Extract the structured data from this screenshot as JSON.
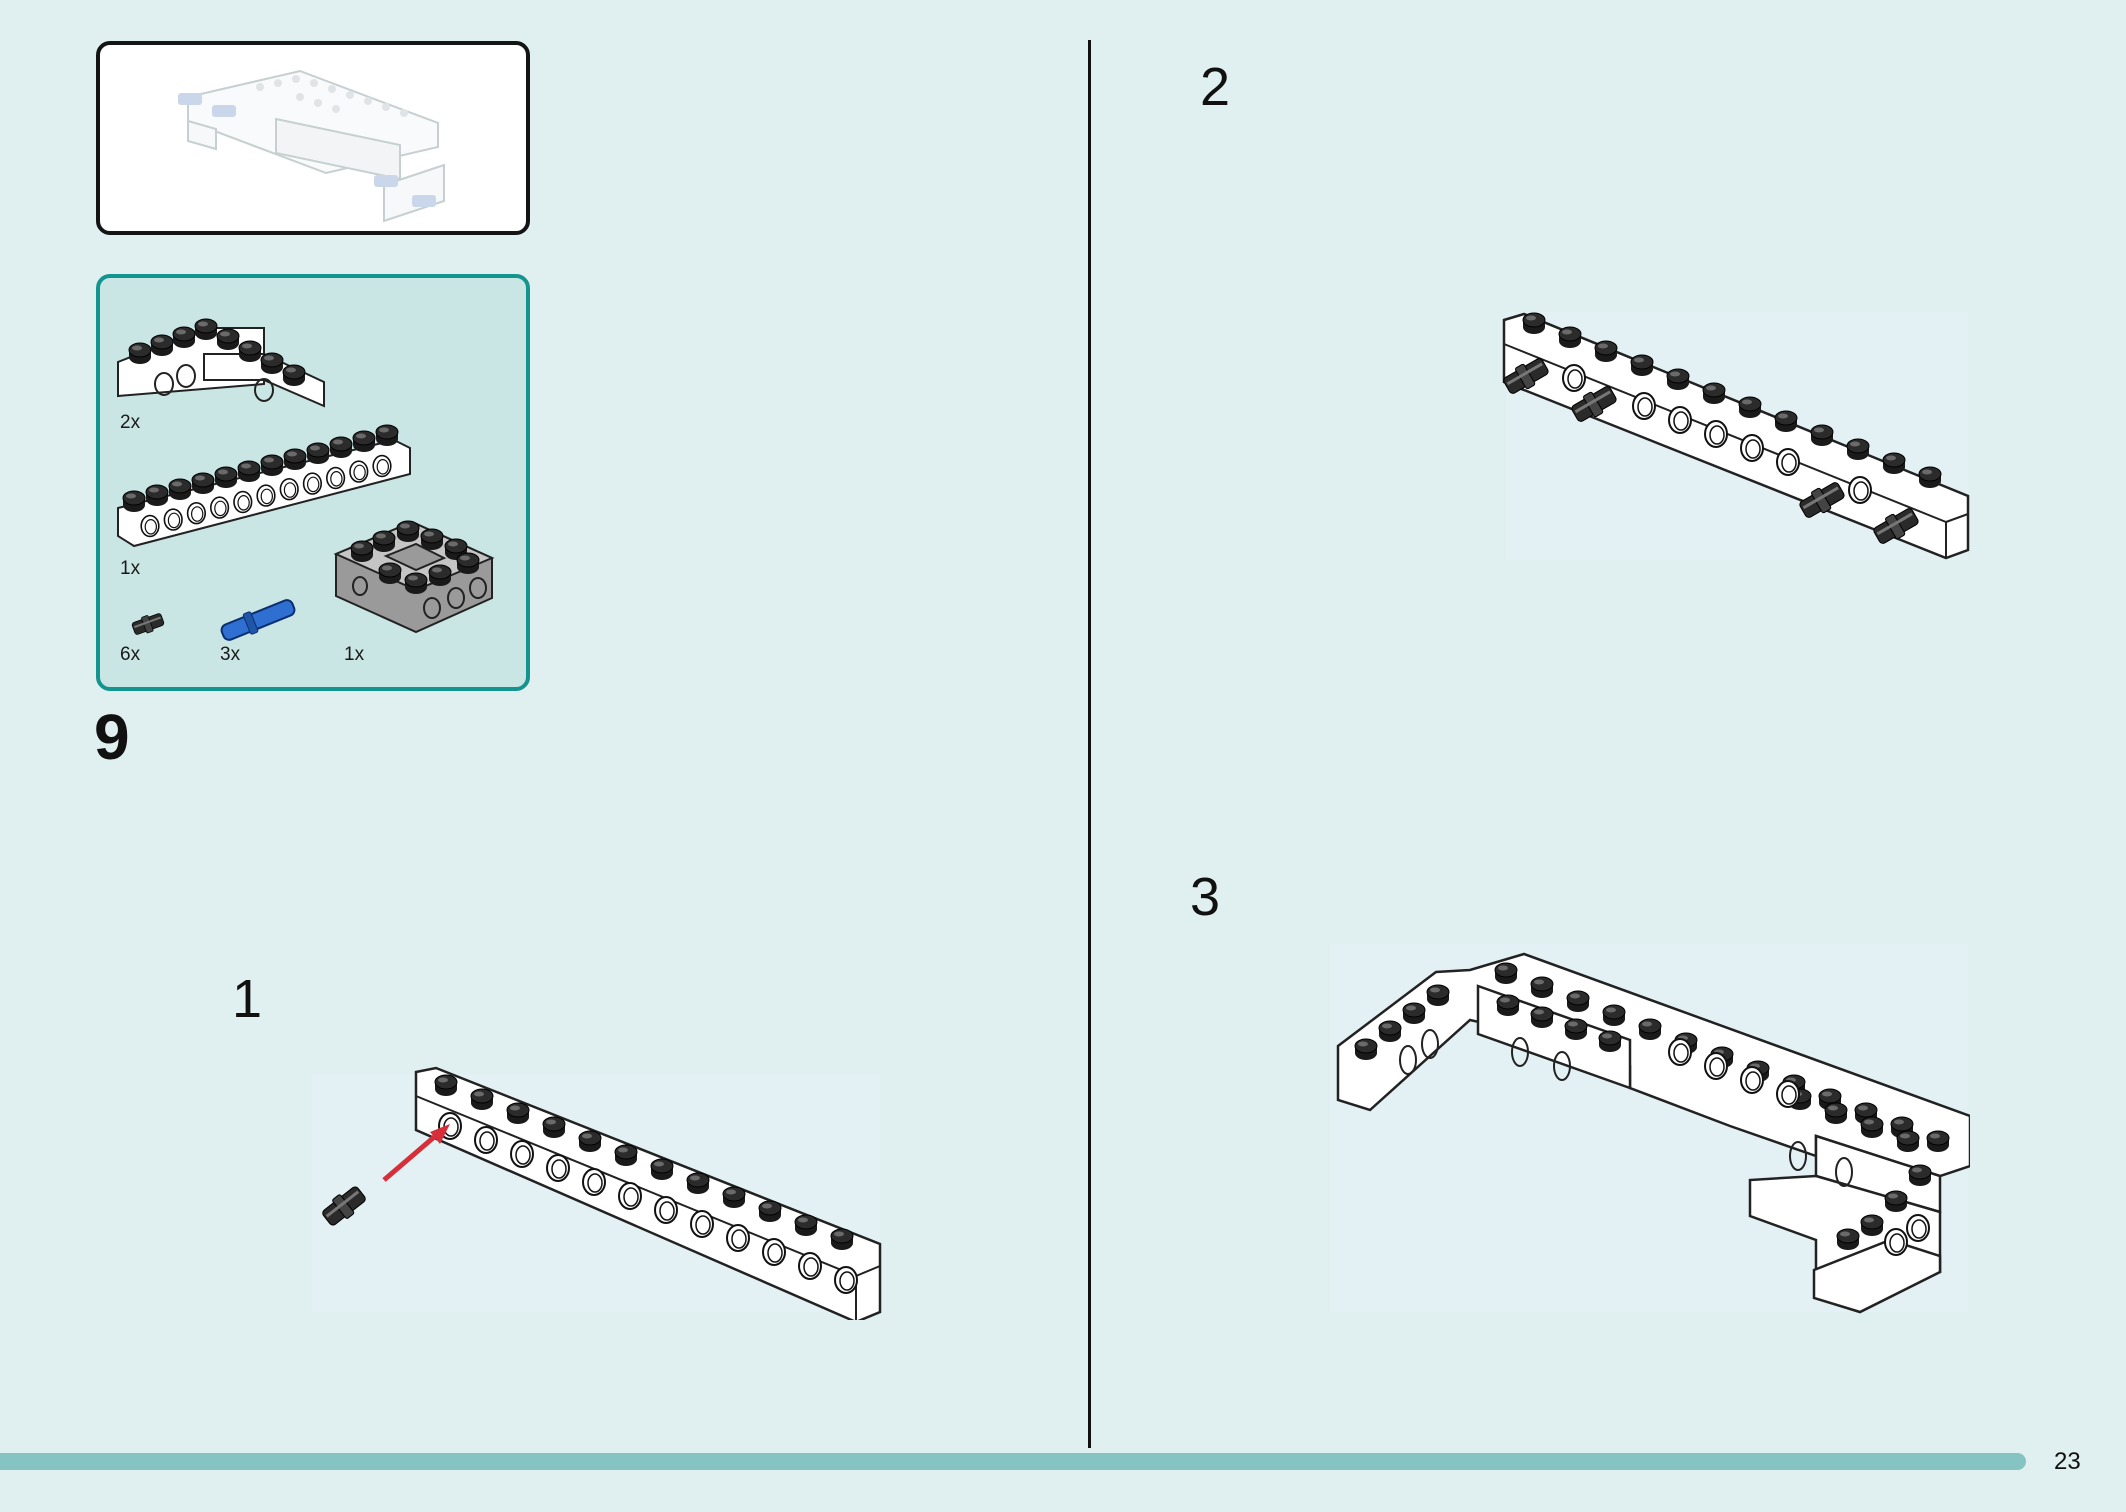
{
  "main_step": "9",
  "parts_list": [
    {
      "qty": "2x",
      "part": "corner-beam-icon"
    },
    {
      "qty": "1x",
      "part": "straight-beam-icon"
    },
    {
      "qty": "6x",
      "part": "black-pin-icon"
    },
    {
      "qty": "3x",
      "part": "blue-axle-pin-icon"
    },
    {
      "qty": "1x",
      "part": "grey-frame-icon"
    }
  ],
  "substeps": [
    "1",
    "2",
    "3"
  ],
  "page_number": "23",
  "colors": {
    "background": "#e0efef",
    "parts_border": "#14948f",
    "parts_fill": "#c9e5e4",
    "footer_bar": "#86c3c3",
    "arrow": "#d62f3a"
  }
}
